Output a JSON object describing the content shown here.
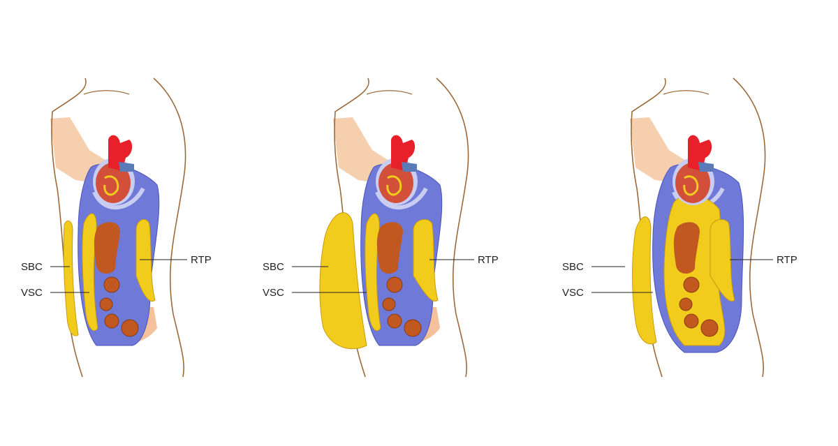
{
  "panels": [
    {
      "name": "panel-normal",
      "labels": {
        "sbc": "SBC",
        "vsc": "VSC",
        "rtp": "RTP"
      },
      "sbc_fat": "thin",
      "vsc_fat": "thin"
    },
    {
      "name": "panel-subcutaneous-obesity",
      "labels": {
        "sbc": "SBC",
        "vsc": "VSC",
        "rtp": "RTP"
      },
      "sbc_fat": "thick",
      "vsc_fat": "thin"
    },
    {
      "name": "panel-visceral-obesity",
      "labels": {
        "sbc": "SBC",
        "vsc": "VSC",
        "rtp": "RTP"
      },
      "sbc_fat": "medium",
      "vsc_fat": "thick"
    }
  ],
  "colors": {
    "outline": "#9a6a3a",
    "skin": "#f5cfae",
    "cavity": "#6f79d8",
    "fat": "#f2cc1c",
    "heart": "#d2503a",
    "aorta": "#e8202a",
    "organ": "#c0581f",
    "peach": "#f4c19a"
  }
}
